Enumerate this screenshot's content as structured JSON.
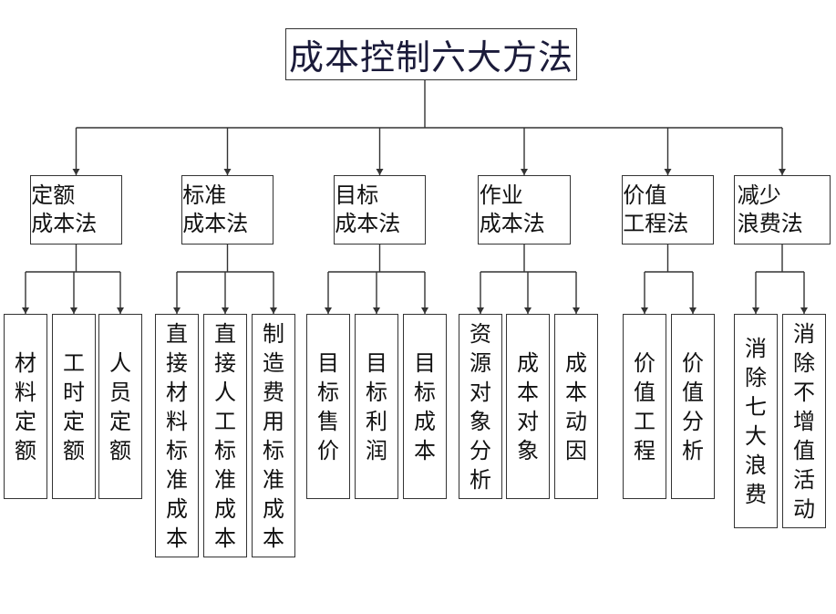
{
  "root": {
    "label": "成本控制六大方法"
  },
  "methods": [
    {
      "label": "定额成本法",
      "children": [
        "材料定额",
        "工时定额",
        "人员定额"
      ]
    },
    {
      "label": "标准成本法",
      "children": [
        "直接材料标准成本",
        "直接人工标准成本",
        "制造费用标准成本"
      ]
    },
    {
      "label": "目标成本法",
      "children": [
        "目标售价",
        "目标利润",
        "目标成本"
      ]
    },
    {
      "label": "作业成本法",
      "children": [
        "资源对象分析",
        "成本对象",
        "成本动因"
      ]
    },
    {
      "label": "价值工程法",
      "children": [
        "价值工程",
        "价值分析"
      ]
    },
    {
      "label": "减少浪费法",
      "children": [
        "消除七大浪费",
        "消除不增值活动"
      ]
    }
  ]
}
